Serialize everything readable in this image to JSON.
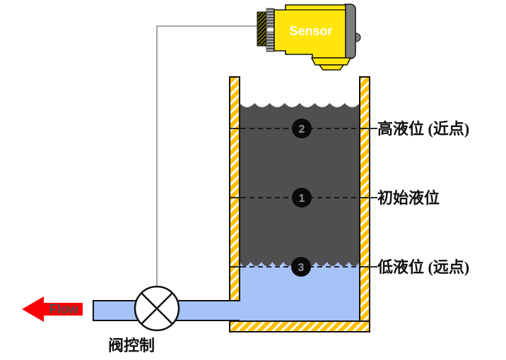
{
  "sensor": {
    "label": "Sensor"
  },
  "flow": {
    "label": "Flow"
  },
  "valve": {
    "label": "阀控制"
  },
  "levels": [
    {
      "marker": "2",
      "label": "高液位 (近点)"
    },
    {
      "marker": "1",
      "label": "初始液位"
    },
    {
      "marker": "3",
      "label": "低液位 (远点)"
    }
  ],
  "colors": {
    "tank_wall_yellow": "#FFC000",
    "sensor_yellow": "#FFE50A",
    "liquid_gray": "#4F4F4F",
    "liquid_blue": "#A6C3F7",
    "flow_arrow_red": "#F90006",
    "marker_black": "#0A0A0A"
  }
}
